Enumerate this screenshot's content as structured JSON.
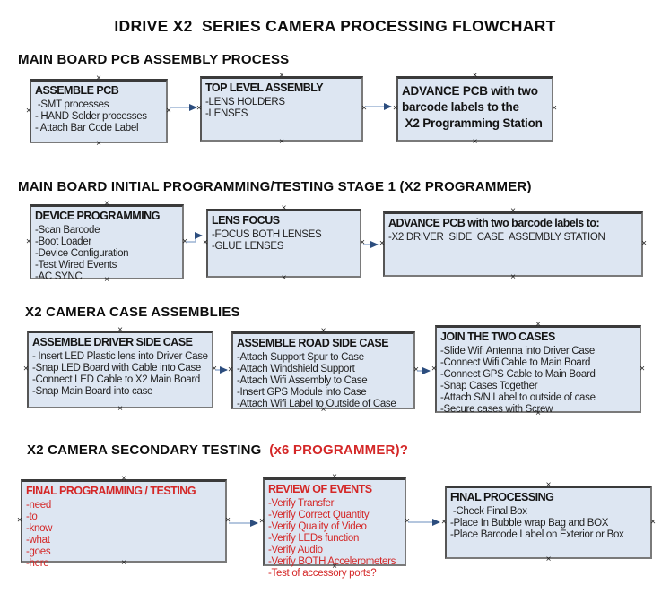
{
  "title": "IDRIVE X2  SERIES CAMERA PROCESSING FLOWCHART",
  "decor": {
    "handle_glyph": "×",
    "accent_red": "#d42727",
    "box_fill": "#dde6f2",
    "box_border": "#7a7a7a",
    "arrow_line": "#9cb3d3",
    "arrow_head": "#2c4d7e"
  },
  "sections": [
    {
      "heading": "MAIN BOARD PCB ASSEMBLY PROCESS",
      "heading_accent": "",
      "boxes": [
        {
          "title": "ASSEMBLE PCB",
          "items": [
            " -SMT processes",
            "- HAND Solder processes",
            "- Attach Bar Code Label"
          ]
        },
        {
          "title": "TOP LEVEL ASSEMBLY",
          "items": [
            "-LENS HOLDERS",
            "-LENSES"
          ]
        },
        {
          "title": "",
          "bold_lines": [
            "ADVANCE PCB with two",
            "barcode labels to the",
            " X2 Programming Station"
          ]
        }
      ]
    },
    {
      "heading": "MAIN BOARD INITIAL PROGRAMMING/TESTING STAGE 1 (X2 PROGRAMMER)",
      "heading_accent": "",
      "boxes": [
        {
          "title": "DEVICE PROGRAMMING",
          "items": [
            "-Scan Barcode",
            "-Boot Loader",
            "-Device Configuration",
            "-Test Wired Events",
            "-AC SYNC"
          ]
        },
        {
          "title": "LENS FOCUS",
          "items": [
            "-FOCUS BOTH LENSES",
            "-GLUE LENSES"
          ]
        },
        {
          "title": "ADVANCE PCB with two barcode labels to:",
          "items": [
            "-X2 DRIVER  SIDE  CASE  ASSEMBLY STATION"
          ]
        }
      ]
    },
    {
      "heading": "X2 CAMERA CASE ASSEMBLIES",
      "heading_accent": "",
      "boxes": [
        {
          "title": "ASSEMBLE DRIVER SIDE CASE",
          "items": [
            "- Insert LED Plastic lens into Driver Case",
            "-Snap LED Board with Cable into Case",
            "-Connect LED Cable to X2 Main Board",
            "-Snap Main Board into case"
          ]
        },
        {
          "title": "ASSEMBLE ROAD SIDE CASE",
          "items": [
            "-Attach Support Spur to Case",
            "-Attach Windshield Support",
            "-Attach Wifi Assembly to Case",
            "-Insert GPS Module into Case",
            "-Attach Wifi Label to Outside of Case"
          ]
        },
        {
          "title": "JOIN THE TWO CASES",
          "items": [
            "-Slide Wifi Antenna into Driver Case",
            "-Connect Wifi Cable to Main Board",
            "-Connect GPS Cable to Main Board",
            "-Snap Cases Together",
            "-Attach S/N Label to outside of case",
            "-Secure cases with Screw"
          ]
        }
      ]
    },
    {
      "heading": "X2 CAMERA SECONDARY TESTING  ",
      "heading_accent": "(x6 PROGRAMMER)?",
      "boxes": [
        {
          "title": "FINAL PROGRAMMING / TESTING",
          "items": [
            "-need",
            "-to",
            "-know",
            "-what",
            "-goes",
            "-here"
          ]
        },
        {
          "title": "REVIEW OF EVENTS",
          "items": [
            "-Verify Transfer",
            "-Verify Correct Quantity",
            "-Verify Quality of Video",
            "-Verify LEDs function",
            "-Verify Audio",
            "-Verify BOTH Accelerometers",
            "-Test of accessory ports?"
          ]
        },
        {
          "title": "FINAL PROCESSING",
          "items": [
            " -Check Final Box",
            "-Place In Bubble wrap Bag and BOX",
            "-Place Barcode Label on Exterior or Box"
          ]
        }
      ]
    }
  ]
}
